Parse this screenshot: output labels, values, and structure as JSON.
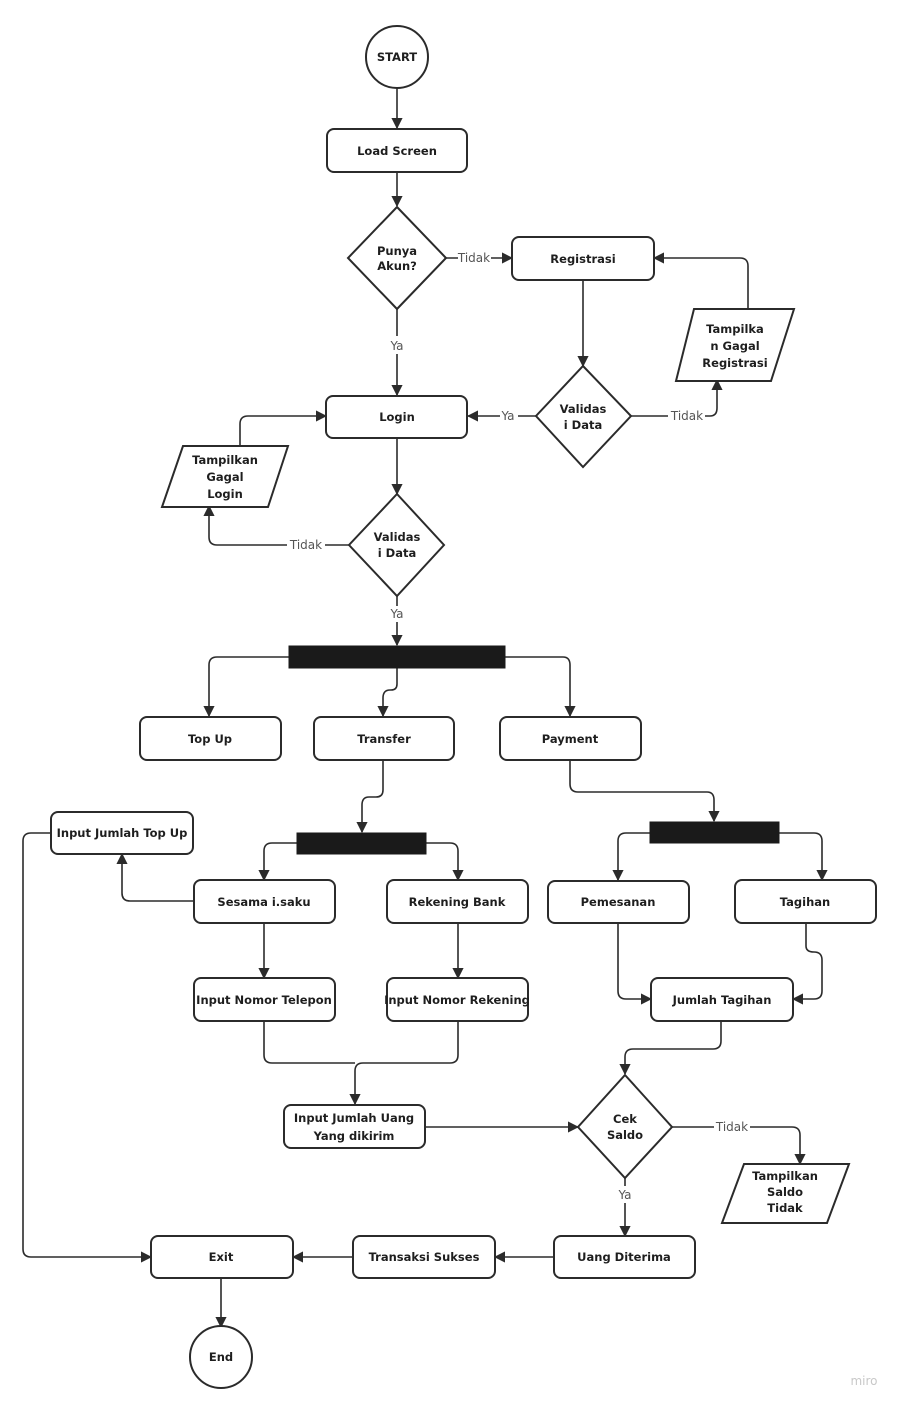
{
  "nodes": {
    "start": "START",
    "load_screen": "Load Screen",
    "punya_akun": [
      "Punya",
      "Akun?"
    ],
    "registrasi": "Registrasi",
    "validasi_reg": [
      "Validas",
      "i Data"
    ],
    "tampilkan_gagal_registrasi": [
      "Tampilka",
      "n Gagal",
      "Registrasi"
    ],
    "login": "Login",
    "tampilkan_gagal_login": [
      "Tampilkan",
      "Gagal",
      "Login"
    ],
    "validasi_login": [
      "Validas",
      "i Data"
    ],
    "top_up": "Top Up",
    "transfer": "Transfer",
    "payment": "Payment",
    "input_jumlah_top_up": "Input Jumlah Top Up",
    "sesama_isaku": "Sesama i.saku",
    "rekening_bank": "Rekening Bank",
    "pemesanan": "Pemesanan",
    "tagihan": "Tagihan",
    "input_nomor_telepon": "Input Nomor Telepon",
    "input_nomor_rekening": "Input Nomor Rekening",
    "jumlah_tagihan": "Jumlah Tagihan",
    "input_jumlah_uang": [
      "Input Jumlah Uang",
      "Yang dikirim"
    ],
    "cek_saldo": [
      "Cek",
      "Saldo"
    ],
    "tampilkan_saldo_tidak": [
      "Tampilkan",
      "Saldo",
      "Tidak"
    ],
    "exit": "Exit",
    "transaksi_sukses": "Transaksi Sukses",
    "uang_diterima": "Uang Diterima",
    "end": "End"
  },
  "edge_labels": {
    "punya_akun_tidak": "Tidak",
    "punya_akun_ya": "Ya",
    "validasi_reg_ya": "Ya",
    "validasi_reg_tidak": "Tidak",
    "validasi_login_tidak": "Tidak",
    "validasi_login_ya": "Ya",
    "cek_saldo_tidak": "Tidak",
    "cek_saldo_ya": "Ya"
  },
  "watermark": "miro",
  "colors": {
    "stroke": "#2b2b2b",
    "bar": "#1a1a1a",
    "edge_label": "#555555",
    "watermark": "#c8c8c8"
  }
}
